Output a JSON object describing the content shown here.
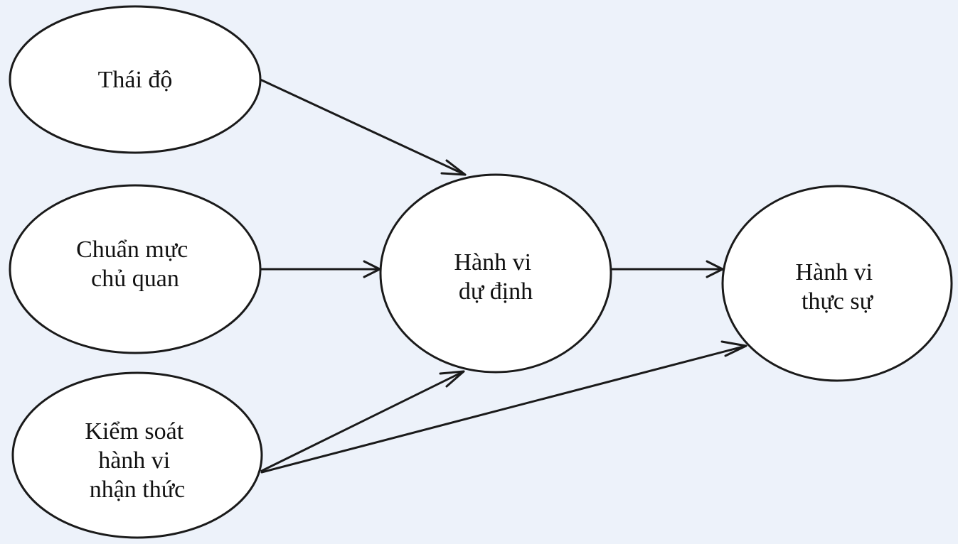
{
  "diagram": {
    "nodes": {
      "attitude": {
        "lines": [
          "Thái độ"
        ]
      },
      "subjective_norm": {
        "lines": [
          "Chuẩn mực",
          "chủ quan"
        ]
      },
      "perceived_control": {
        "lines": [
          "Kiểm soát",
          "hành vi",
          "nhận thức"
        ]
      },
      "intention": {
        "lines": [
          "Hành vi",
          "dự định"
        ]
      },
      "behavior": {
        "lines": [
          "Hành vi",
          "thực sự"
        ]
      }
    },
    "edges": [
      {
        "from": "attitude",
        "to": "intention"
      },
      {
        "from": "subjective_norm",
        "to": "intention"
      },
      {
        "from": "perceived_control",
        "to": "intention"
      },
      {
        "from": "perceived_control",
        "to": "behavior"
      },
      {
        "from": "intention",
        "to": "behavior"
      }
    ]
  }
}
